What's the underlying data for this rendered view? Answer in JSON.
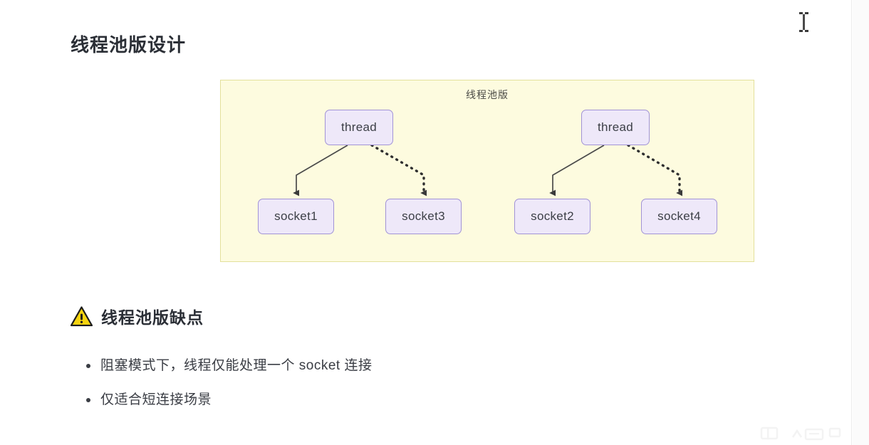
{
  "page": {
    "title": "线程池版设计"
  },
  "diagram": {
    "label": "线程池版",
    "container_bg": "#fdfbdf",
    "container_border": "#e3e09b",
    "node_bg": "#eee8f9",
    "node_border": "#a193d6",
    "edge_color": "#4a4a4a",
    "nodes": [
      {
        "id": "thread-left",
        "label": "thread",
        "kind": "thread"
      },
      {
        "id": "thread-right",
        "label": "thread",
        "kind": "thread"
      },
      {
        "id": "socket1",
        "label": "socket1",
        "kind": "socket"
      },
      {
        "id": "socket3",
        "label": "socket3",
        "kind": "socket"
      },
      {
        "id": "socket2",
        "label": "socket2",
        "kind": "socket"
      },
      {
        "id": "socket4",
        "label": "socket4",
        "kind": "socket"
      }
    ],
    "edges": [
      {
        "from": "thread-left",
        "to": "socket1",
        "style": "solid"
      },
      {
        "from": "thread-left",
        "to": "socket3",
        "style": "dotted"
      },
      {
        "from": "thread-right",
        "to": "socket2",
        "style": "solid"
      },
      {
        "from": "thread-right",
        "to": "socket4",
        "style": "dotted"
      }
    ]
  },
  "warning": {
    "icon": "warning-triangle-icon",
    "icon_fill": "#f5d310",
    "heading": "线程池版缺点"
  },
  "cons": {
    "items": [
      "阻塞模式下，线程仅能处理一个 socket 连接",
      "仅适合短连接场景"
    ]
  },
  "cursor": {
    "icon": "text-ibeam-cursor"
  },
  "watermark": {
    "icon": "site-watermark-logo"
  }
}
